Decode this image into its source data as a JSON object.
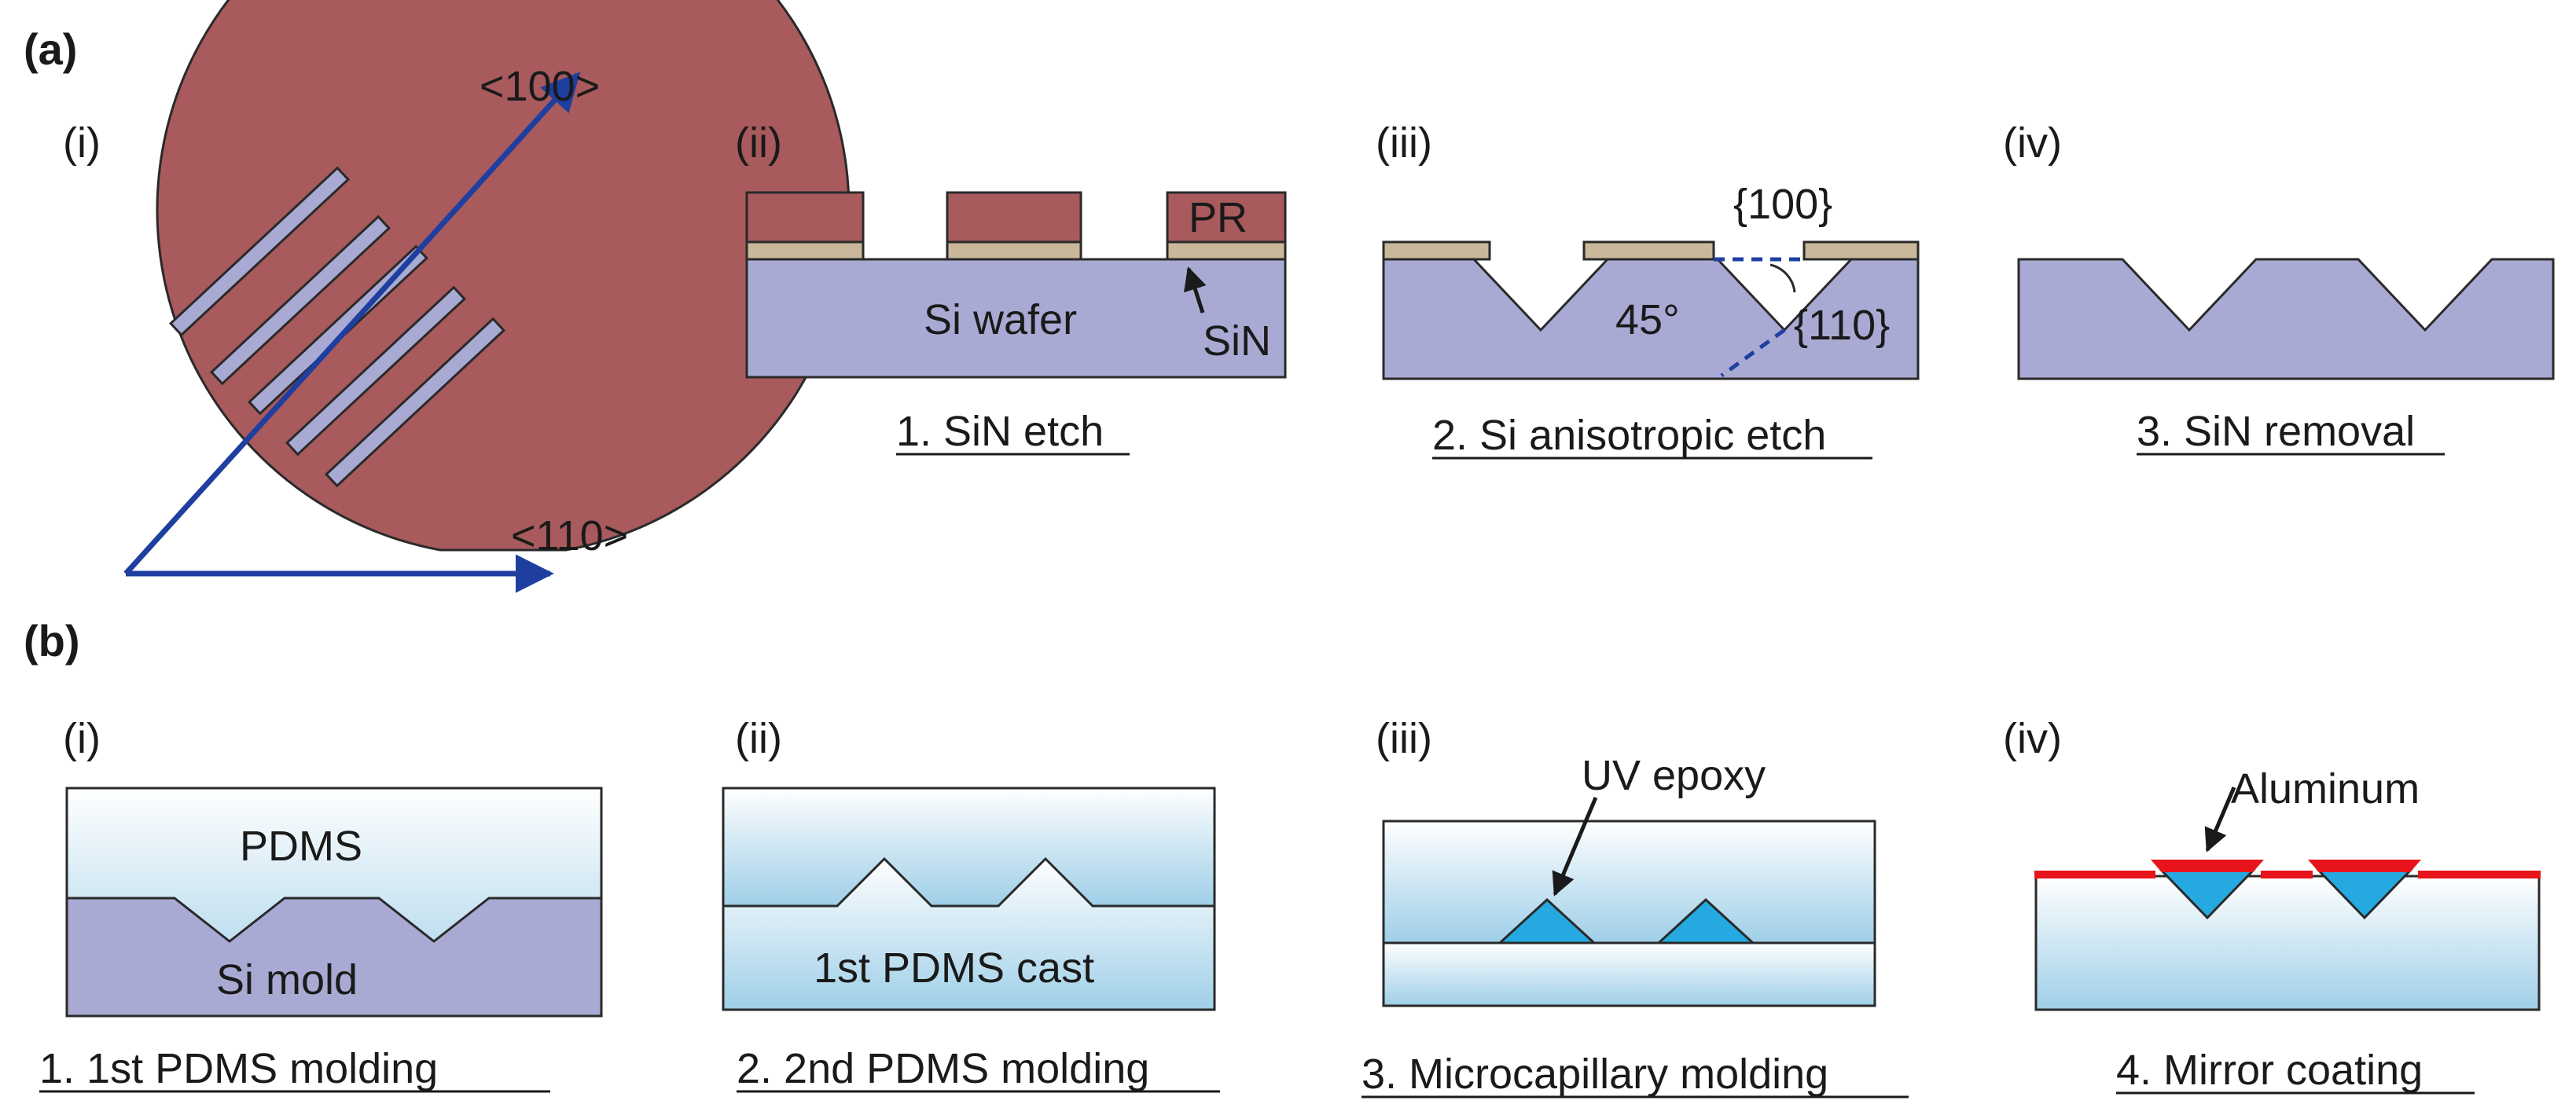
{
  "panel_a": {
    "label": "(a)",
    "sub": {
      "i": "(i)",
      "ii": "(ii)",
      "iii": "(iii)",
      "iv": "(iv)"
    },
    "dir_100": "<100>",
    "dir_110": "<110>",
    "pr": "PR",
    "si_wafer": "Si wafer",
    "sin": "SiN",
    "plane_100": "{100}",
    "plane_110": "{110}",
    "angle": "45°",
    "step1": "1. SiN etch",
    "step2": "2. Si anisotropic etch",
    "step3": "3. SiN removal"
  },
  "panel_b": {
    "label": "(b)",
    "sub": {
      "i": "(i)",
      "ii": "(ii)",
      "iii": "(iii)",
      "iv": "(iv)"
    },
    "pdms": "PDMS",
    "si_mold": "Si mold",
    "first_cast": "1st PDMS cast",
    "uv_epoxy": "UV epoxy",
    "aluminum": "Aluminum",
    "step1": "1. 1st PDMS molding",
    "step2": "2. 2nd PDMS molding",
    "step3": "3. Microcapillary molding",
    "step4": "4. Mirror coating"
  },
  "colors": {
    "photoresist": "#a85a5d",
    "silicon": "#a9aad4",
    "sin_layer": "#c9b89a",
    "pdms_top": "#ffffff",
    "pdms_bottom": "#9fcfe8",
    "epoxy": "#25a9e0",
    "aluminum": "#e8141c",
    "arrow_blue": "#1f3fa0"
  }
}
